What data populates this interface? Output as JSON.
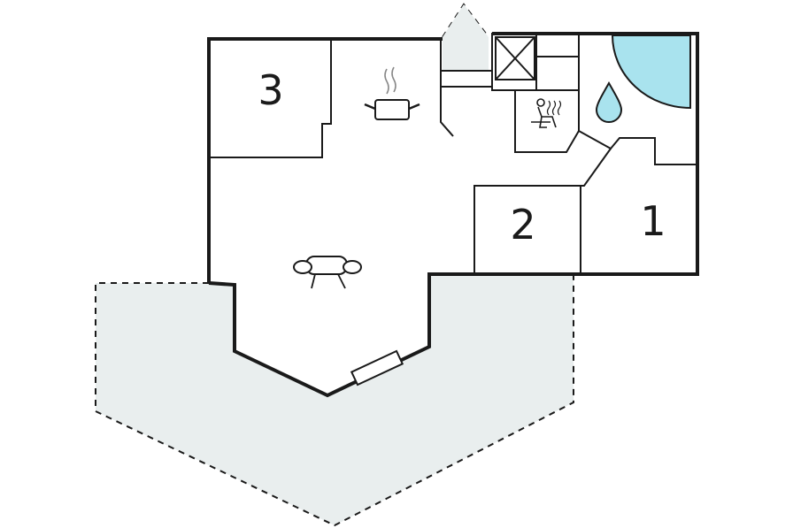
{
  "rooms": [
    {
      "id": "bedroom-1",
      "label": "1"
    },
    {
      "id": "bedroom-2",
      "label": "2"
    },
    {
      "id": "bedroom-3",
      "label": "3"
    }
  ],
  "icons": {
    "kitchen": "cooking-pot-icon",
    "living": "sofa-icon",
    "sauna": "sauna-icon",
    "bathroom": "water-drop-icon",
    "shower": "shower-quarter-circle-icon",
    "stove": "fireplace-icon",
    "storage": "cross-box-icon"
  },
  "colors": {
    "terrace": "#e9eeee",
    "water": "#a9e3ee",
    "wall": "#1a1a1a",
    "steam": "#888888"
  }
}
